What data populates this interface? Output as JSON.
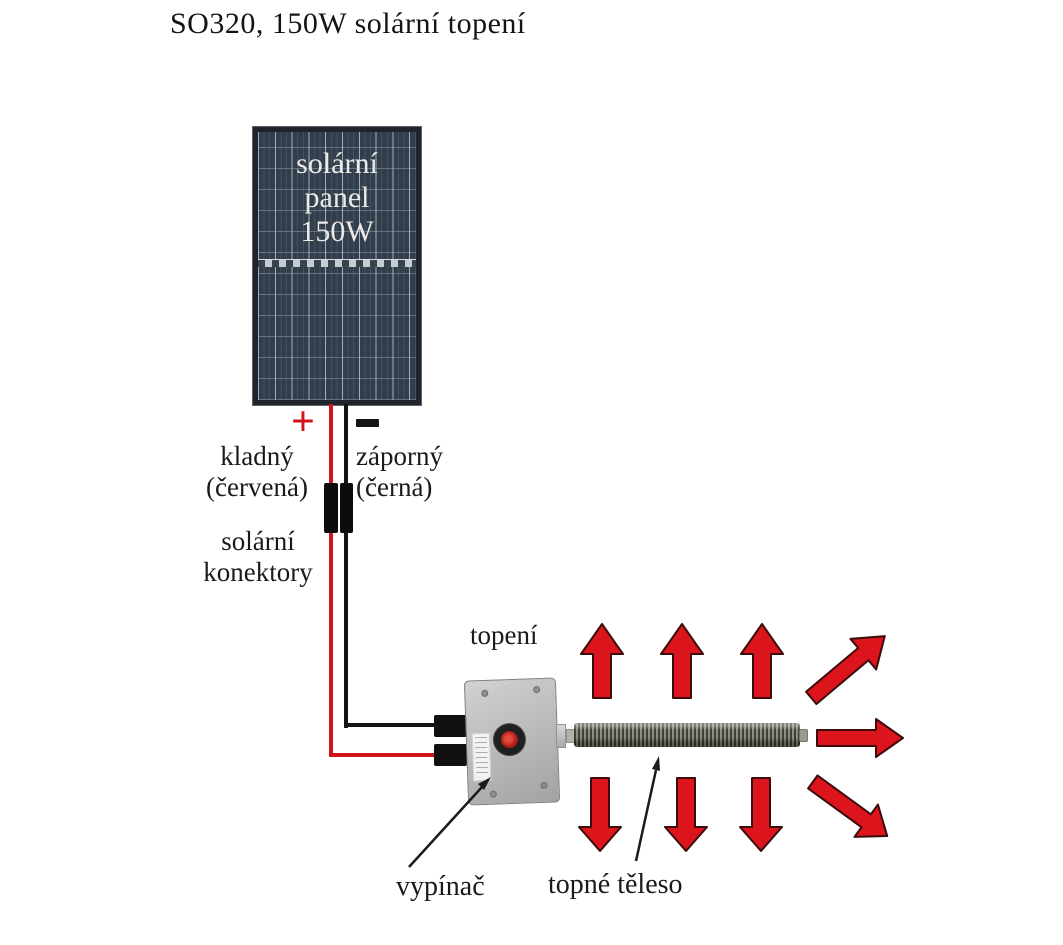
{
  "title": "SO320, 150W solární topení",
  "panel": {
    "label_lines": [
      "solární",
      "panel",
      "150W"
    ]
  },
  "wiring": {
    "plus_symbol": "+",
    "minus_symbol": "−",
    "positive": {
      "line1": "kladný",
      "line2": "(červená)"
    },
    "negative": {
      "line1": "záporný",
      "line2": "(černá)"
    },
    "connectors": {
      "line1": "solární",
      "line2": "konektory"
    }
  },
  "heater": {
    "label": "topení",
    "switch_label": "vypínač",
    "element_label": "topné těleso"
  },
  "icons": {
    "heat_arrows": "red directional heat-flow arrows (3 up, 3 down, 1 right, 2 diagonal)",
    "annotation_arrows": "thin black pointer arrows from labels to switch and heating element",
    "plus_symbol": "+",
    "minus_symbol": "−"
  },
  "colors": {
    "wire_positive": "#d21418",
    "wire_negative": "#151515",
    "arrow_red": "#dc141b",
    "panel_cell": "#333e4c",
    "box_grey": "#bdbdbb"
  }
}
